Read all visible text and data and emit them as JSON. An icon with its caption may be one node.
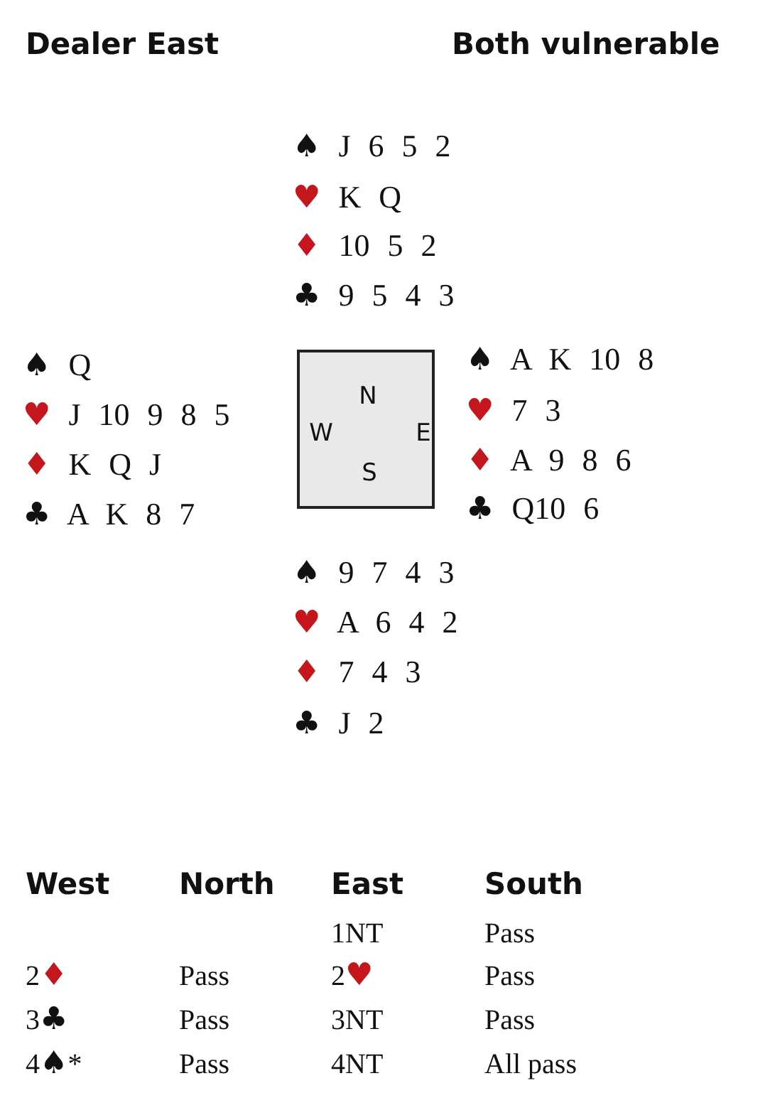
{
  "diagram": {
    "nodes": [
      {
        "text": [
          "N",
          "W",
          "E",
          "S"
        ]
      }
    ],
    "labels": [
      "Dealer East",
      "Both vulnerable",
      "♠ J 6 5 2",
      "♥ K Q",
      "♦ 10 5 2",
      "♣ 9 5 4 3",
      "♠ Q",
      "♥ J 10 9 8 5",
      "♦ K Q J",
      "♣ A K 8 7",
      "♠ A K 10 8",
      "♥ 7 3",
      "♦ A 9 8 6",
      "♣ Q10 6",
      "♠ 9 7 4 3",
      "♥ A 6 4 2",
      "♦ 7 4 3",
      "♣ J 2",
      "West",
      "North",
      "East",
      "South",
      "1NT",
      "Pass",
      "2♦",
      "Pass",
      "2♥",
      "Pass",
      "3♣",
      "Pass",
      "3NT",
      "Pass",
      "4♠*",
      "Pass",
      "4NT",
      "All pass"
    ]
  }
}
